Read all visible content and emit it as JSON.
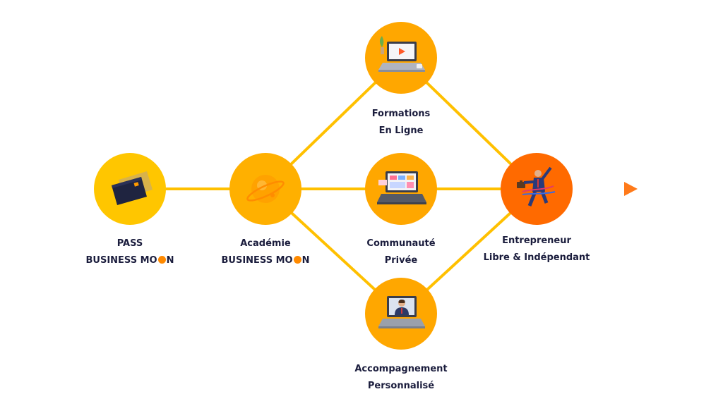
{
  "colors": {
    "line": "#ffc000",
    "node_yellow": "#ffc600",
    "node_orange": "#ffa700",
    "node_dark_orange": "#ff6a00",
    "arrow": "#ff7a1a",
    "text": "#1b1d3d"
  },
  "nodes": [
    {
      "id": "pass",
      "icon": "card-icon",
      "label_lines": [
        "PASS",
        "BUSINESS MO",
        "N"
      ]
    },
    {
      "id": "academie",
      "icon": "planet-icon",
      "label_lines": [
        "Académie",
        "BUSINESS MO",
        "N"
      ]
    },
    {
      "id": "formations",
      "icon": "laptop-video-icon",
      "label_lines": [
        "Formations",
        "En Ligne"
      ]
    },
    {
      "id": "communaute",
      "icon": "laptop-dashboard-icon",
      "label_lines": [
        "Communauté",
        "Privée"
      ]
    },
    {
      "id": "accompagnement",
      "icon": "laptop-person-icon",
      "label_lines": [
        "Accompagnement",
        "Personnalisé"
      ]
    },
    {
      "id": "entrepreneur",
      "icon": "businessman-icon",
      "label_lines": [
        "Entrepreneur",
        "Libre & Indépendant"
      ]
    }
  ]
}
